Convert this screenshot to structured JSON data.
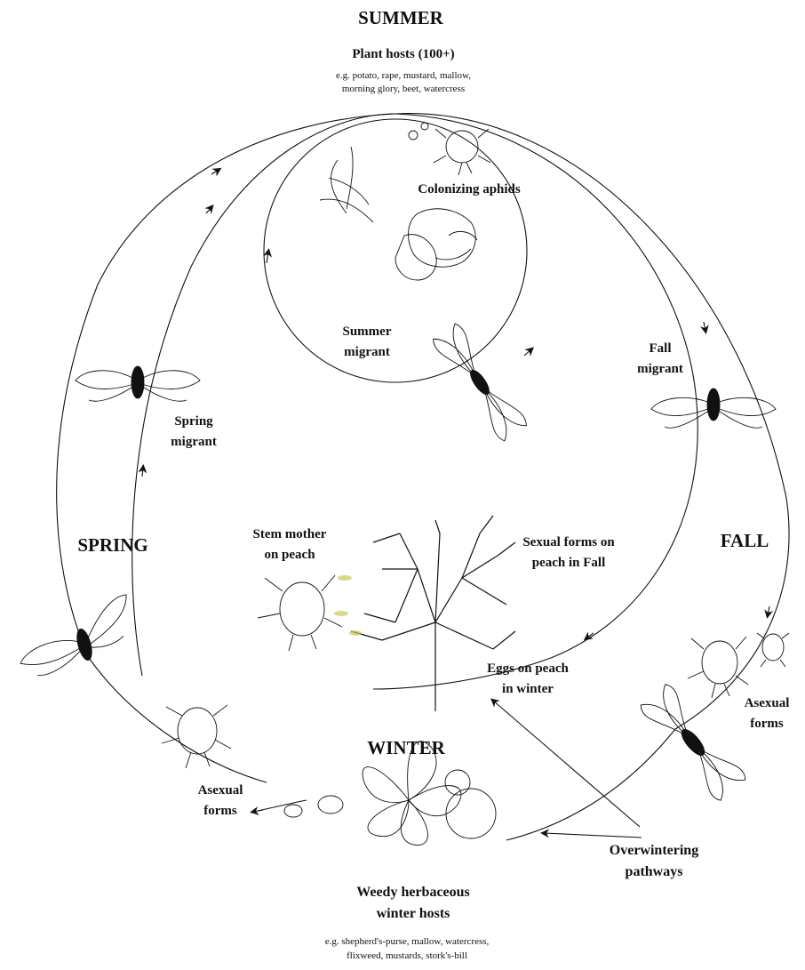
{
  "seasons": {
    "summer": "SUMMER",
    "spring": "SPRING",
    "fall": "FALL",
    "winter": "WINTER"
  },
  "summer_hosts": {
    "title": "Plant hosts (100+)",
    "examples_line1": "e.g. potato, rape, mustard, mallow,",
    "examples_line2": "morning glory, beet, watercress"
  },
  "labels": {
    "colonizing": "Colonizing aphids",
    "summer_migrant_1": "Summer",
    "summer_migrant_2": "migrant",
    "fall_migrant_1": "Fall",
    "fall_migrant_2": "migrant",
    "spring_migrant_1": "Spring",
    "spring_migrant_2": "migrant",
    "stem_mother_1": "Stem mother",
    "stem_mother_2": "on peach",
    "sexual_forms_1": "Sexual forms on",
    "sexual_forms_2": "peach in Fall",
    "eggs_1": "Eggs on peach",
    "eggs_2": "in winter",
    "asexual_right_1": "Asexual",
    "asexual_right_2": "forms",
    "asexual_left_1": "Asexual",
    "asexual_left_2": "forms",
    "overwintering_1": "Overwintering",
    "overwintering_2": "pathways"
  },
  "winter_hosts": {
    "title_1": "Weedy herbaceous",
    "title_2": "winter hosts",
    "examples_line1": "e.g. shepherd's-purse, mallow, watercress,",
    "examples_line2": "flixweed, mustards, stork's-bill"
  },
  "colors": {
    "ink": "#111111",
    "leaf_highlight": "#c8c85a"
  }
}
